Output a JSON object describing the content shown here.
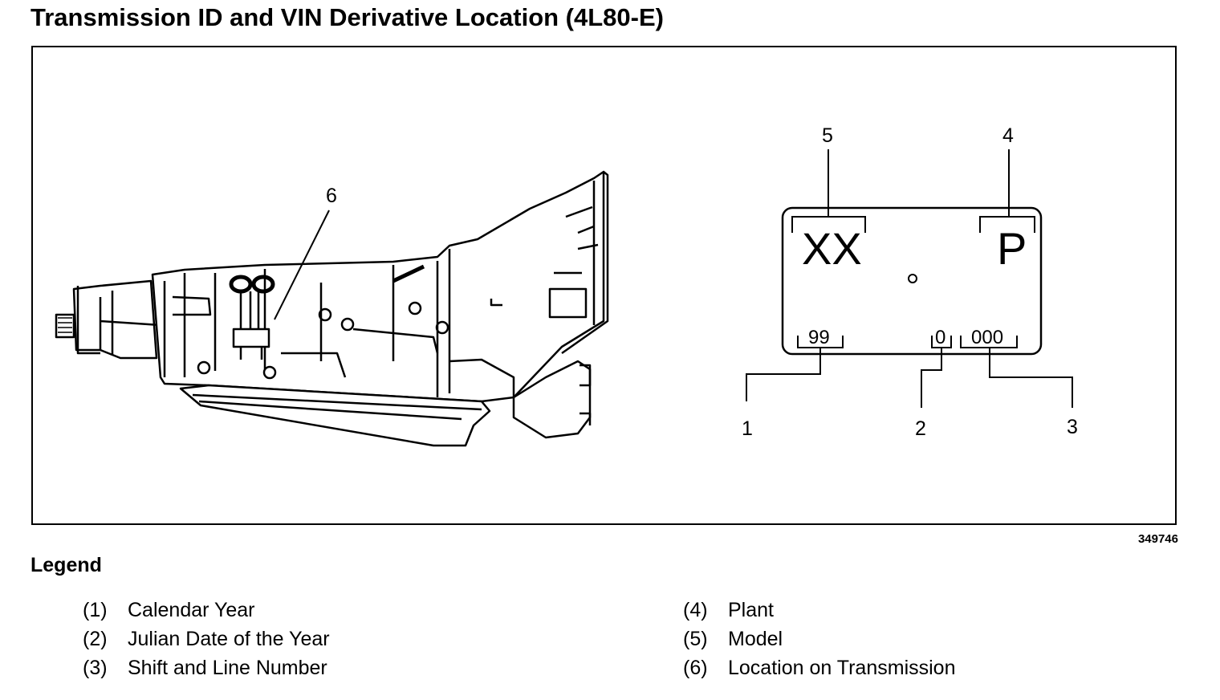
{
  "title": "Transmission ID and VIN Derivative Location (4L80-E)",
  "figure_number": "349746",
  "callouts": {
    "c1": "1",
    "c2": "2",
    "c3": "3",
    "c4": "4",
    "c5": "5",
    "c6": "6"
  },
  "id_plate": {
    "model_code": "XX",
    "plant_code": "P",
    "year_code": "99",
    "julian_code": "0",
    "shift_line_code": "000"
  },
  "legend": {
    "title": "Legend",
    "items": [
      {
        "num": "(1)",
        "label": "Calendar Year"
      },
      {
        "num": "(2)",
        "label": "Julian Date of the Year"
      },
      {
        "num": "(3)",
        "label": "Shift and Line Number"
      },
      {
        "num": "(4)",
        "label": "Plant"
      },
      {
        "num": "(5)",
        "label": "Model"
      },
      {
        "num": "(6)",
        "label": "Location on Transmission"
      }
    ]
  }
}
